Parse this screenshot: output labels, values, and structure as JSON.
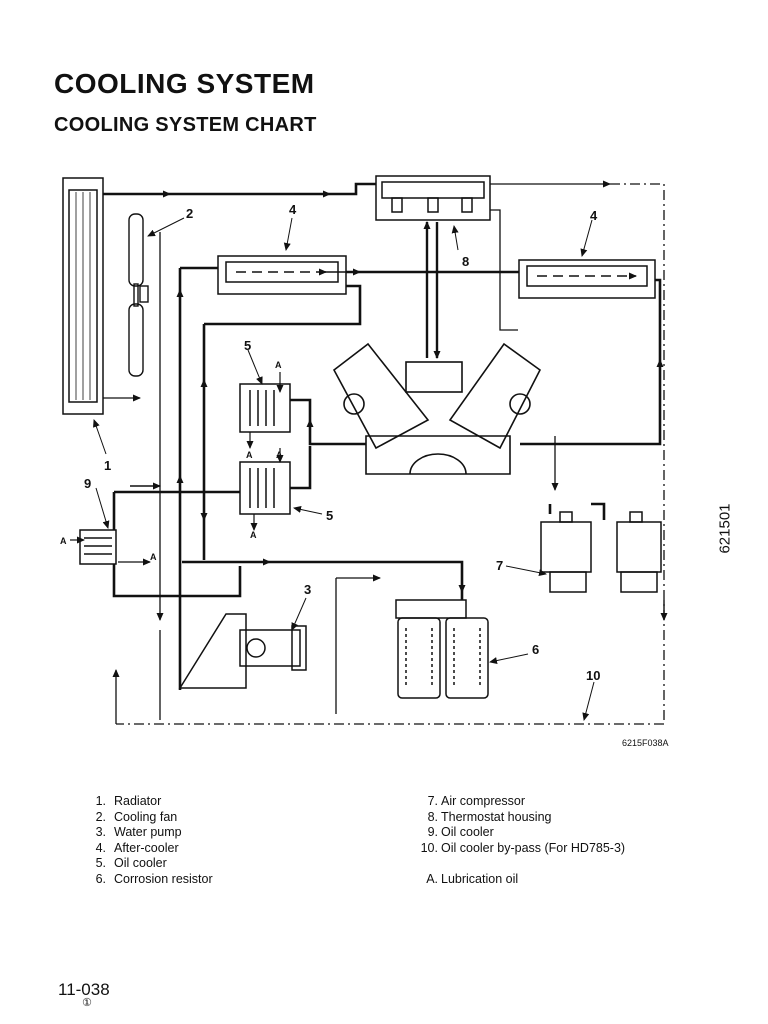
{
  "page": {
    "title": "COOLING SYSTEM",
    "subtitle": "COOLING SYSTEM CHART",
    "side_code": "621501",
    "figure_code": "6215F038A",
    "page_number": "11-038",
    "revision_mark": "①"
  },
  "diagram_labels": {
    "radiator": "1",
    "cooling_fan": "2",
    "water_pump": "3",
    "after_cooler_left": "4",
    "after_cooler_right": "4",
    "oil_cooler_upper": "5",
    "oil_cooler_lower": "5",
    "corrosion_resistor": "6",
    "air_compressor": "7",
    "thermostat_housing": "8",
    "oil_cooler_9": "9",
    "bypass": "10",
    "lubrication_oil": "A"
  },
  "legend": {
    "left": [
      {
        "num": "1.",
        "text": "Radiator"
      },
      {
        "num": "2.",
        "text": "Cooling fan"
      },
      {
        "num": "3.",
        "text": "Water pump"
      },
      {
        "num": "4.",
        "text": "After-cooler"
      },
      {
        "num": "5.",
        "text": "Oil cooler"
      },
      {
        "num": "6.",
        "text": "Corrosion resistor"
      }
    ],
    "right": [
      {
        "num": "7.",
        "text": "Air compressor"
      },
      {
        "num": "8.",
        "text": "Thermostat housing"
      },
      {
        "num": "9.",
        "text": "Oil cooler"
      },
      {
        "num": "10.",
        "text": "Oil cooler by-pass (For HD785-3)"
      }
    ],
    "extra": {
      "num": "A.",
      "text": "Lubrication oil"
    }
  }
}
